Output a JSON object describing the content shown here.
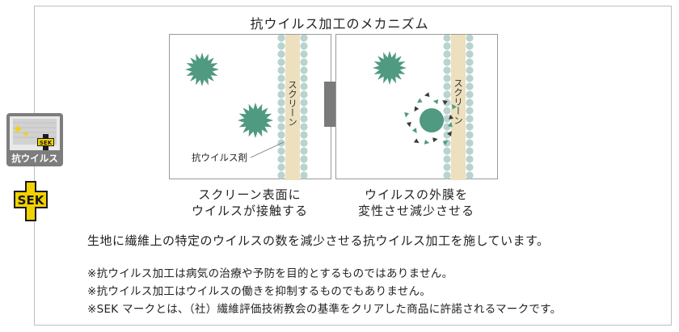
{
  "diagram": {
    "title": "抗ウイルス加工のメカニズム",
    "left_panel": {
      "screen_label": "スクリーン",
      "agent_label": "抗ウイルス剤"
    },
    "right_panel": {
      "screen_label": "スクリーン"
    },
    "left_caption": [
      "スクリーン表面に",
      "ウイルスが接触する"
    ],
    "right_caption": [
      "ウイルスの外膜を",
      "変性させ減少させる"
    ]
  },
  "description": "生地に繊維上の特定のウイルスの数を減少させる抗ウイルス加工を施しています。",
  "notes": [
    "※抗ウイルス加工は病気の治療や予防を目的とするものではありません。",
    "※抗ウイルス加工はウイルスの働きを抑制するものでもありません。",
    "※SEK マークとは、（社）繊維評価技術教会の基準をクリアした商品に許諾されるマークです。"
  ],
  "badge": {
    "label": "抗ウイルス",
    "mini_mark": "SEK"
  },
  "sek_mark": {
    "text": "SEK"
  },
  "colors": {
    "virus": "#4f9a80",
    "screen_band": "#ece0bf",
    "beads": "#b9d3cf",
    "arrow": "#7a7a7a",
    "sek_yellow": "#f2d200",
    "sek_black": "#1a1a1a"
  }
}
